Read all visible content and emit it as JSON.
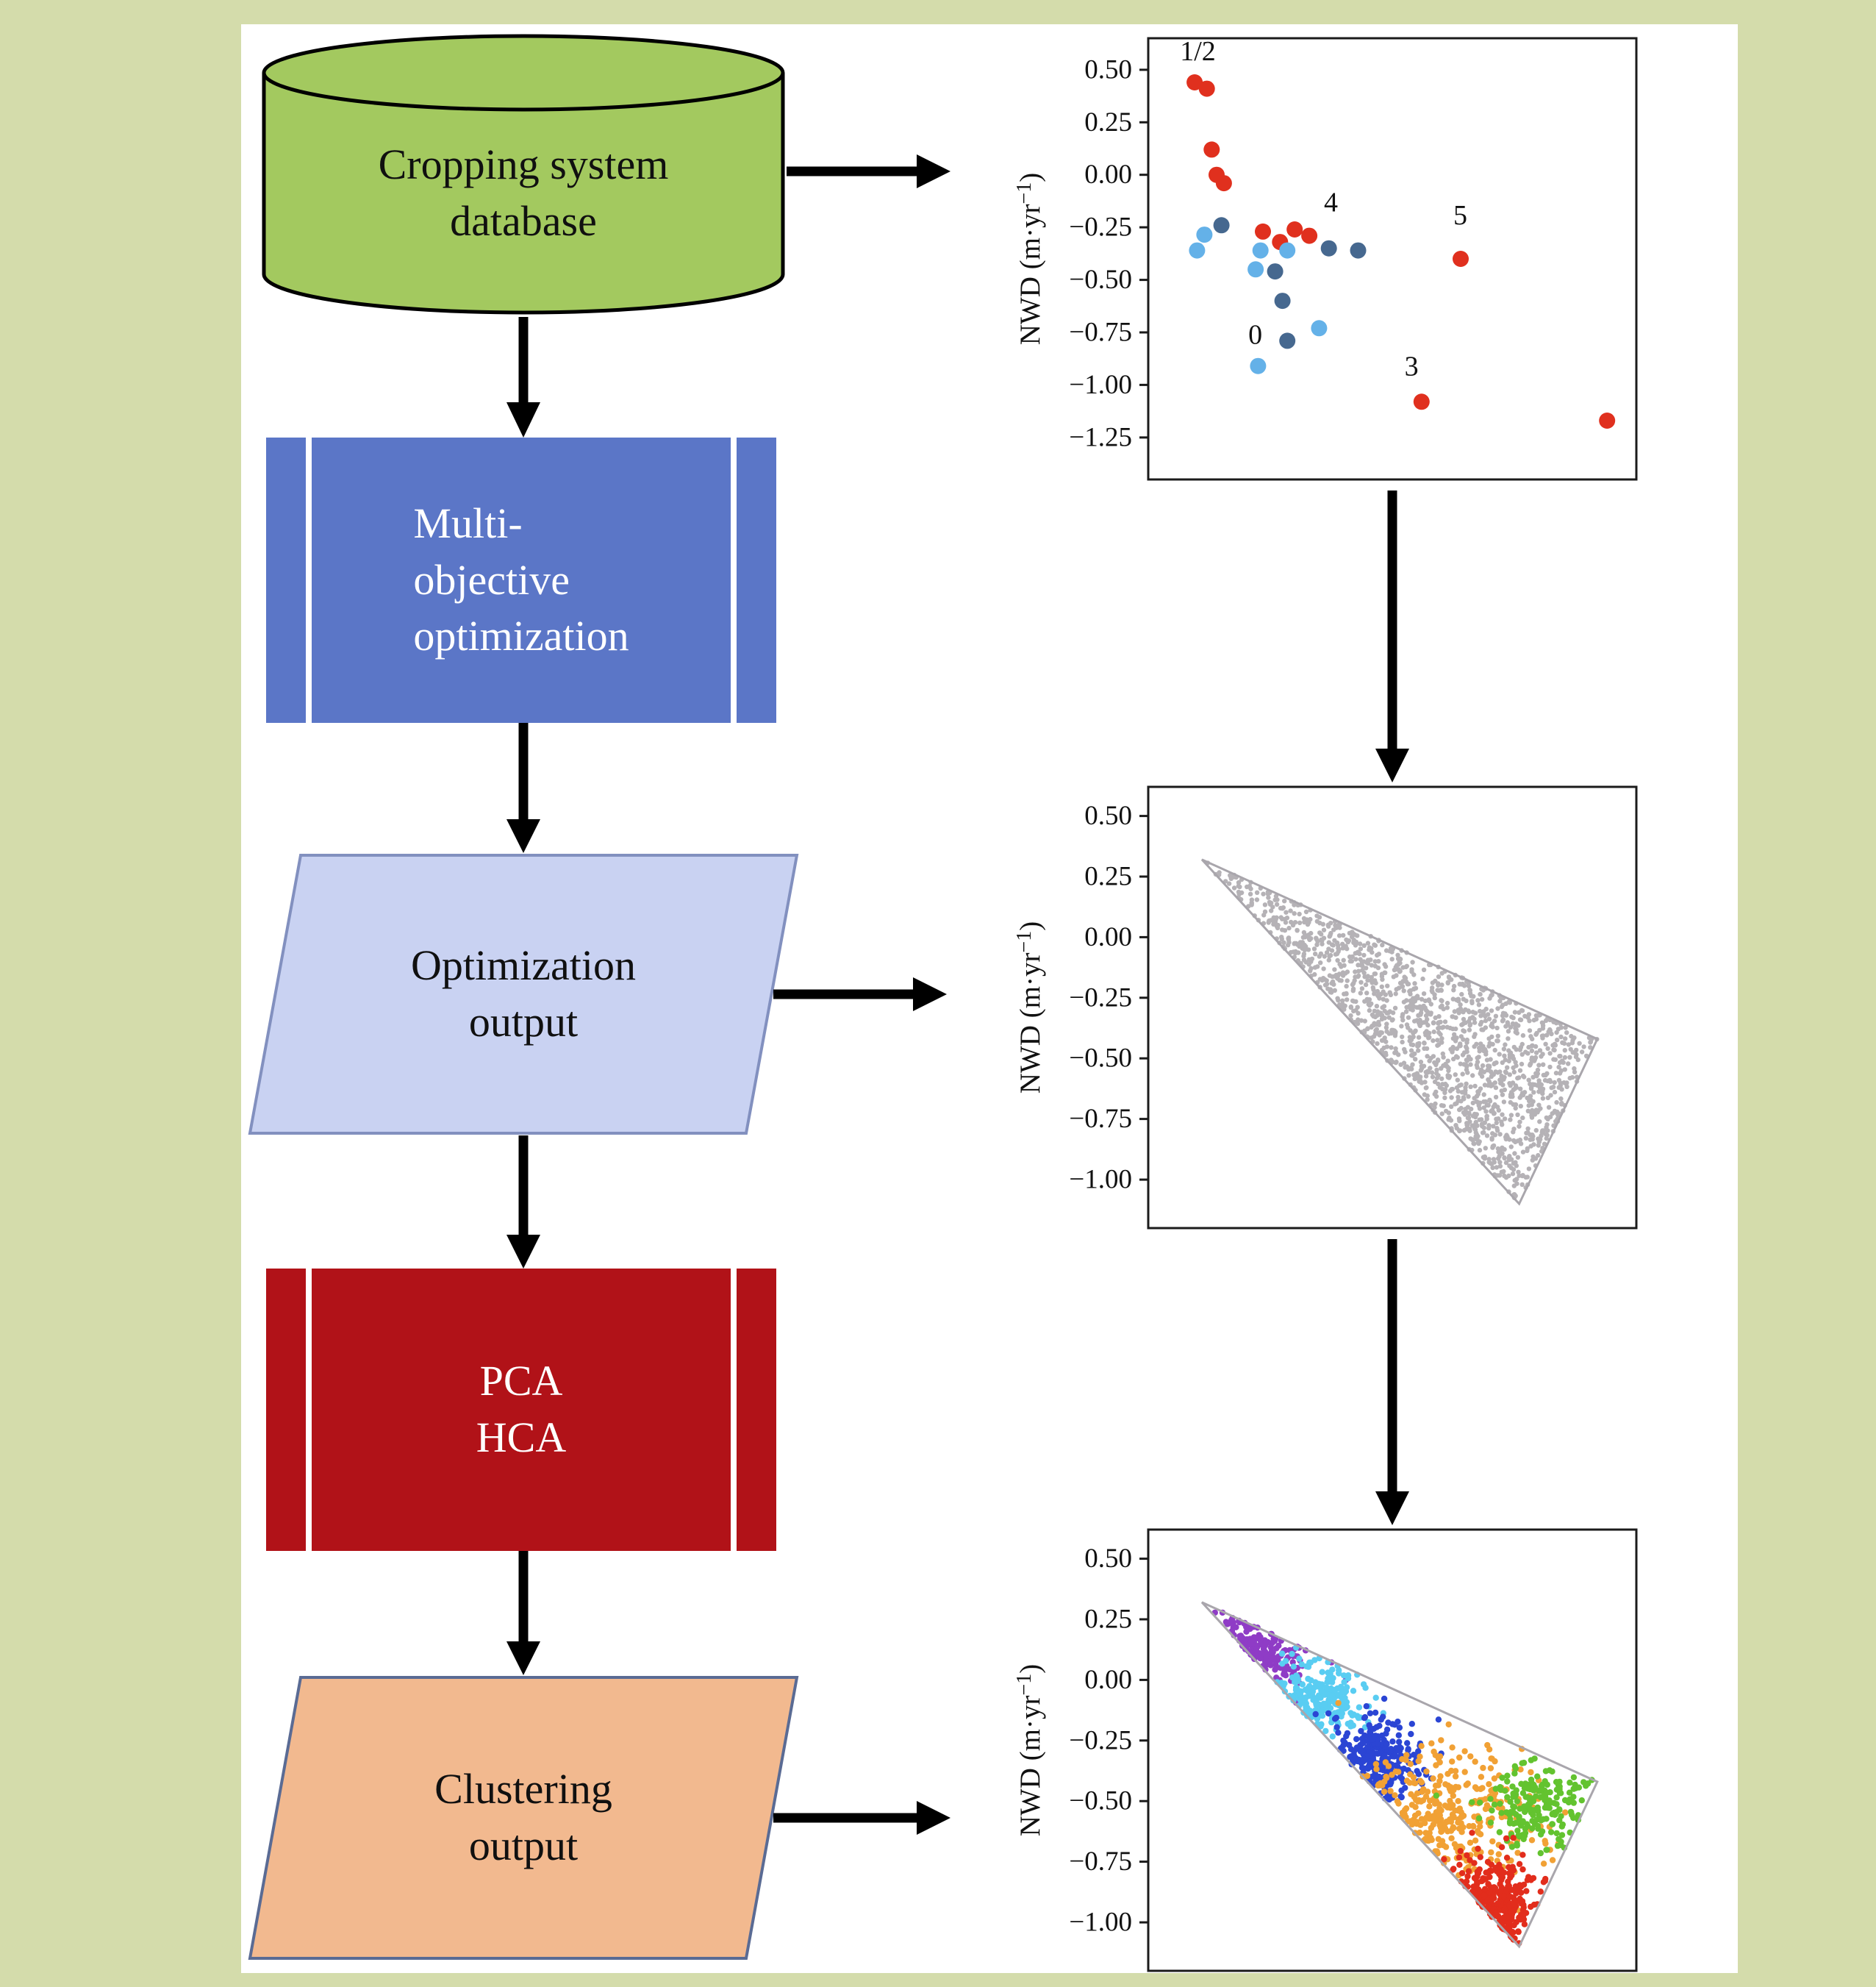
{
  "page": {
    "background_color": "#d4dcab",
    "panel_color": "#ffffff"
  },
  "flowchart": {
    "database": {
      "label": "Cropping system\ndatabase",
      "shape": "cylinder",
      "fill": "#a3c95f",
      "stroke": "#000000"
    },
    "multi_objective": {
      "label": "Multi-\nobjective\noptimization",
      "shape": "process",
      "fill": "#5b76c7",
      "text_color": "#ffffff"
    },
    "optimization_output": {
      "label": "Optimization\noutput",
      "shape": "parallelogram",
      "fill": "#c9d2f2",
      "stroke": "#8290bf"
    },
    "pca_hca": {
      "label": "PCA\nHCA",
      "shape": "process",
      "fill": "#b11218",
      "text_color": "#ffffff"
    },
    "clustering_output": {
      "label": "Clustering\noutput",
      "shape": "parallelogram",
      "fill": "#f2b98f",
      "stroke": "#5a6b94"
    }
  },
  "chart_data": [
    {
      "id": "current-systems-scatter",
      "type": "scatter",
      "title": "",
      "xlabel": "",
      "ylabel": "NWD (m·yr⁻¹)",
      "xlim": [
        0,
        1
      ],
      "ylim": [
        -1.45,
        0.65
      ],
      "grid": false,
      "point_radius": 11,
      "yticks": [
        {
          "v": 0.5,
          "t": "0.50"
        },
        {
          "v": 0.25,
          "t": "0.25"
        },
        {
          "v": 0.0,
          "t": "0.00"
        },
        {
          "v": -0.25,
          "t": "−0.25"
        },
        {
          "v": -0.5,
          "t": "−0.50"
        },
        {
          "v": -0.75,
          "t": "−0.75"
        },
        {
          "v": -1.0,
          "t": "−1.00"
        },
        {
          "v": -1.25,
          "t": "−1.25"
        }
      ],
      "annotations": [
        {
          "text": "1/2",
          "x": 0.065,
          "y": 0.545
        },
        {
          "text": "4",
          "x": 0.36,
          "y": -0.175
        },
        {
          "text": "5",
          "x": 0.625,
          "y": -0.235
        },
        {
          "text": "0",
          "x": 0.205,
          "y": -0.805
        },
        {
          "text": "3",
          "x": 0.525,
          "y": -0.955
        }
      ],
      "series": [
        {
          "name": "red",
          "color": "#e0301e",
          "points": [
            [
              0.095,
              0.44
            ],
            [
              0.12,
              0.41
            ],
            [
              0.13,
              0.12
            ],
            [
              0.14,
              0.0
            ],
            [
              0.155,
              -0.04
            ],
            [
              0.235,
              -0.27
            ],
            [
              0.27,
              -0.32
            ],
            [
              0.3,
              -0.26
            ],
            [
              0.33,
              -0.29
            ],
            [
              0.64,
              -0.4
            ],
            [
              0.56,
              -1.08
            ],
            [
              0.94,
              -1.17
            ]
          ]
        },
        {
          "name": "dark-blue",
          "color": "#46688f",
          "points": [
            [
              0.15,
              -0.24
            ],
            [
              0.37,
              -0.35
            ],
            [
              0.43,
              -0.36
            ],
            [
              0.26,
              -0.46
            ],
            [
              0.275,
              -0.6
            ],
            [
              0.285,
              -0.79
            ]
          ]
        },
        {
          "name": "light-blue",
          "color": "#64b1e8",
          "points": [
            [
              0.115,
              -0.285
            ],
            [
              0.1,
              -0.36
            ],
            [
              0.23,
              -0.36
            ],
            [
              0.285,
              -0.36
            ],
            [
              0.22,
              -0.45
            ],
            [
              0.35,
              -0.73
            ],
            [
              0.225,
              -0.91
            ]
          ]
        }
      ]
    },
    {
      "id": "optimization-output-scatter",
      "type": "scatter",
      "title": "",
      "xlabel": "",
      "ylabel": "NWD (m·yr⁻¹)",
      "xlim": [
        0,
        1
      ],
      "ylim": [
        -1.2,
        0.62
      ],
      "grid": false,
      "yticks": [
        {
          "v": 0.5,
          "t": "0.50"
        },
        {
          "v": 0.25,
          "t": "0.25"
        },
        {
          "v": 0.0,
          "t": "0.00"
        },
        {
          "v": -0.25,
          "t": "−0.25"
        },
        {
          "v": -0.5,
          "t": "−0.50"
        },
        {
          "v": -0.75,
          "t": "−0.75"
        },
        {
          "v": -1.0,
          "t": "−1.00"
        }
      ],
      "triangle": {
        "vertices": [
          [
            0.11,
            0.32
          ],
          [
            0.92,
            -0.42
          ],
          [
            0.76,
            -1.1
          ]
        ],
        "stroke": "#a9a6ac"
      },
      "generated_points": {
        "distribution": "uniform-in-triangle",
        "count": 1600,
        "color": "#b5b2b6",
        "radius": 3.2,
        "seed": 20240
      }
    },
    {
      "id": "clustering-output-scatter",
      "type": "scatter",
      "title": "",
      "xlabel": "",
      "ylabel": "NWD (m·yr⁻¹)",
      "xlim": [
        0,
        1
      ],
      "ylim": [
        -1.2,
        0.62
      ],
      "grid": false,
      "point_radius": 4.2,
      "seed": 77,
      "yticks": [
        {
          "v": 0.5,
          "t": "0.50"
        },
        {
          "v": 0.25,
          "t": "0.25"
        },
        {
          "v": 0.0,
          "t": "0.00"
        },
        {
          "v": -0.25,
          "t": "−0.25"
        },
        {
          "v": -0.5,
          "t": "−0.50"
        },
        {
          "v": -0.75,
          "t": "−0.75"
        },
        {
          "v": -1.0,
          "t": "−1.00"
        }
      ],
      "triangle": {
        "vertices": [
          [
            0.11,
            0.32
          ],
          [
            0.92,
            -0.42
          ],
          [
            0.76,
            -1.1
          ]
        ],
        "stroke": "#a9a6ac"
      },
      "clusters": [
        {
          "name": "cluster-purple",
          "color": "#8f3cc6",
          "center": [
            0.21,
            0.12
          ],
          "sd": [
            0.055,
            0.1
          ],
          "count": 160
        },
        {
          "name": "cluster-cyan",
          "color": "#59cdf2",
          "center": [
            0.345,
            -0.08
          ],
          "sd": [
            0.05,
            0.08
          ],
          "count": 230
        },
        {
          "name": "cluster-blue",
          "color": "#2b45d4",
          "center": [
            0.46,
            -0.33
          ],
          "sd": [
            0.05,
            0.09
          ],
          "count": 270
        },
        {
          "name": "cluster-orange",
          "color": "#f1a135",
          "center": [
            0.6,
            -0.55
          ],
          "sd": [
            0.1,
            0.16
          ],
          "count": 330
        },
        {
          "name": "cluster-green",
          "color": "#63c32f",
          "center": [
            0.8,
            -0.52
          ],
          "sd": [
            0.055,
            0.1
          ],
          "count": 210
        },
        {
          "name": "cluster-red",
          "color": "#e22d1c",
          "center": [
            0.7,
            -0.95
          ],
          "sd": [
            0.045,
            0.11
          ],
          "count": 270
        }
      ]
    }
  ]
}
